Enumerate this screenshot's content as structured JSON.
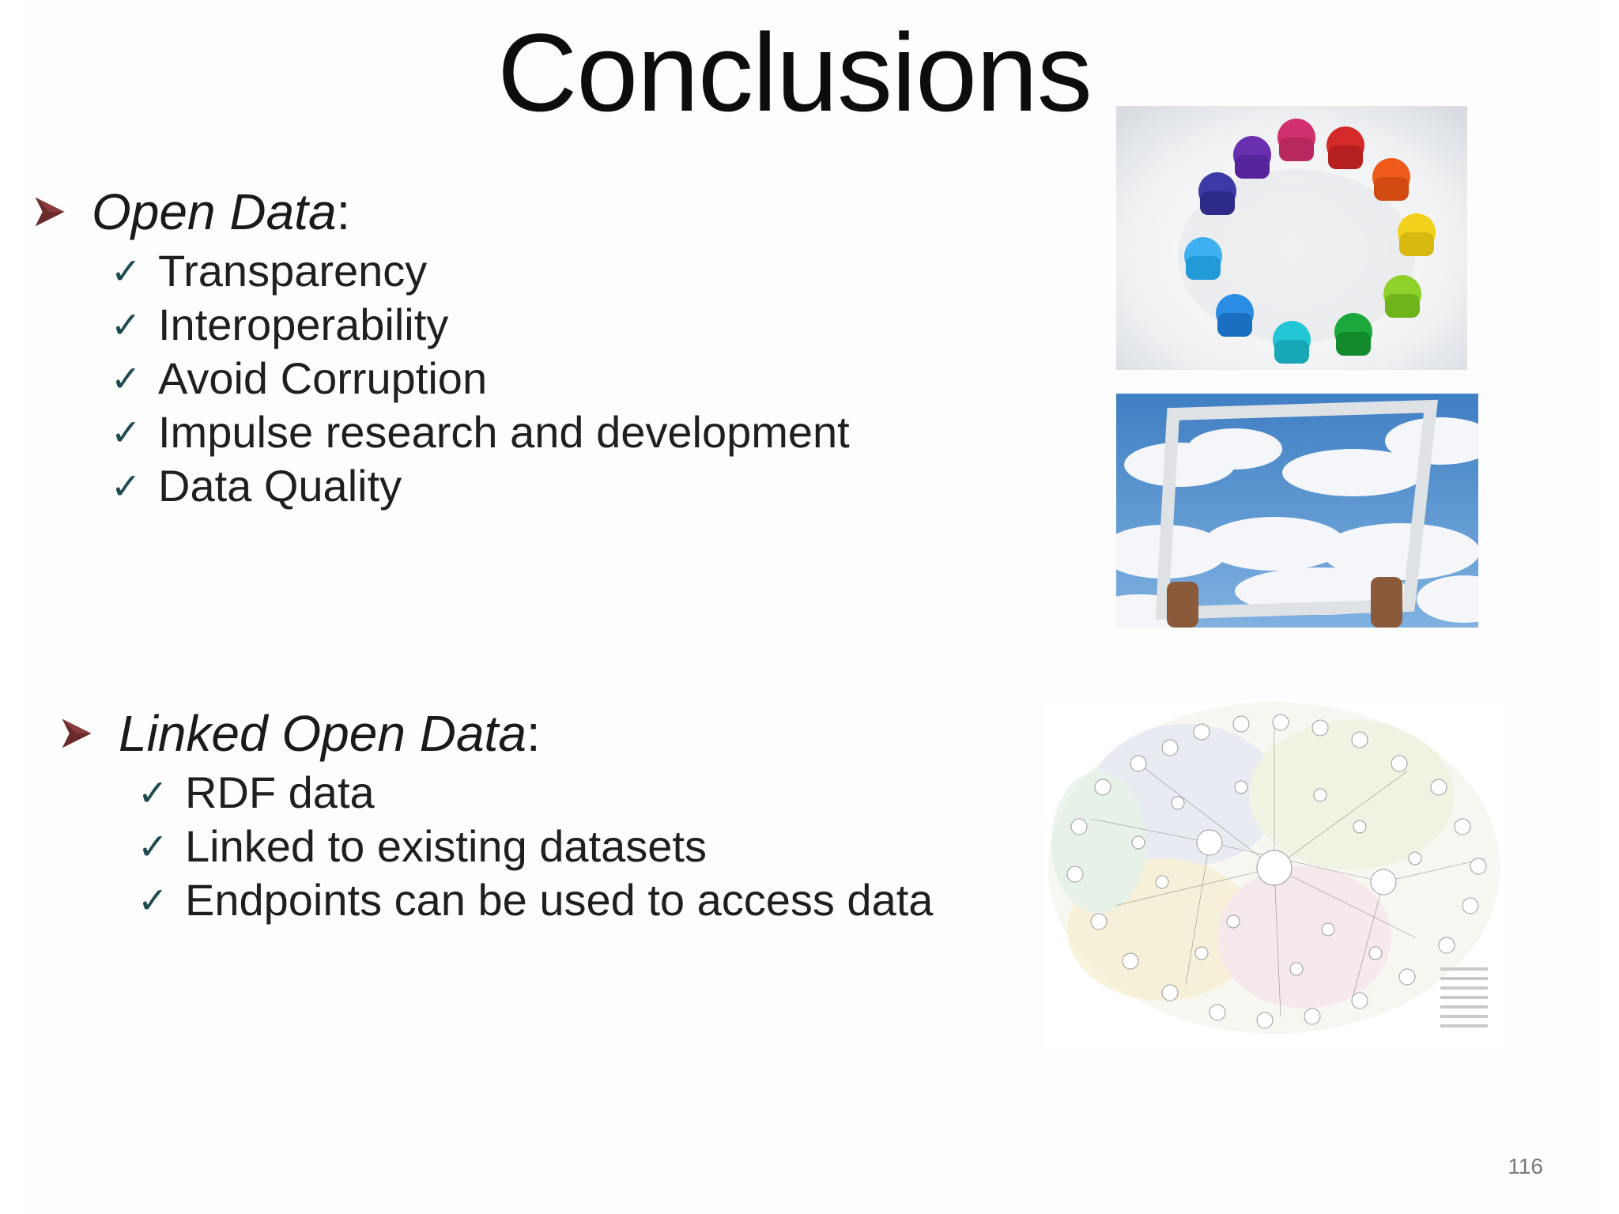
{
  "slide": {
    "title": "Conclusions",
    "page_number": "116"
  },
  "sections": [
    {
      "heading": "Open Data",
      "colon": ":",
      "items": [
        "Transparency",
        "Interoperability",
        "Avoid Corruption",
        "Impulse research and development",
        "Data Quality"
      ]
    },
    {
      "heading": "Linked Open Data",
      "colon": ":",
      "items": [
        "RDF data",
        "Linked to existing datasets",
        "Endpoints can be used to access data"
      ]
    }
  ],
  "icons": {
    "bullet": "arrowhead-bullet-icon",
    "check": "check-icon",
    "check_glyph": "✓"
  },
  "colors": {
    "arrow": "#6b2a2a",
    "check": "#1e4b50",
    "text": "#1a1a1a"
  }
}
